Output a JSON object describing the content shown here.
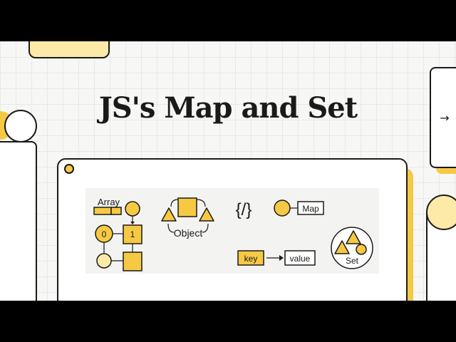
{
  "title": "JS's Map and Set",
  "nav": {
    "next_icon": "→"
  },
  "diagram": {
    "array_label": "Array",
    "array_index_0": "0",
    "array_index_1": "1",
    "object_label": "Object",
    "braces": "{/}",
    "map_label": "Map",
    "key_label": "key",
    "value_label": "value",
    "set_label": "Set"
  },
  "colors": {
    "accent_yellow": "#f6c945",
    "light_yellow": "#fdeaa8",
    "ink": "#1a1a1a",
    "background": "#f7f7f5"
  }
}
